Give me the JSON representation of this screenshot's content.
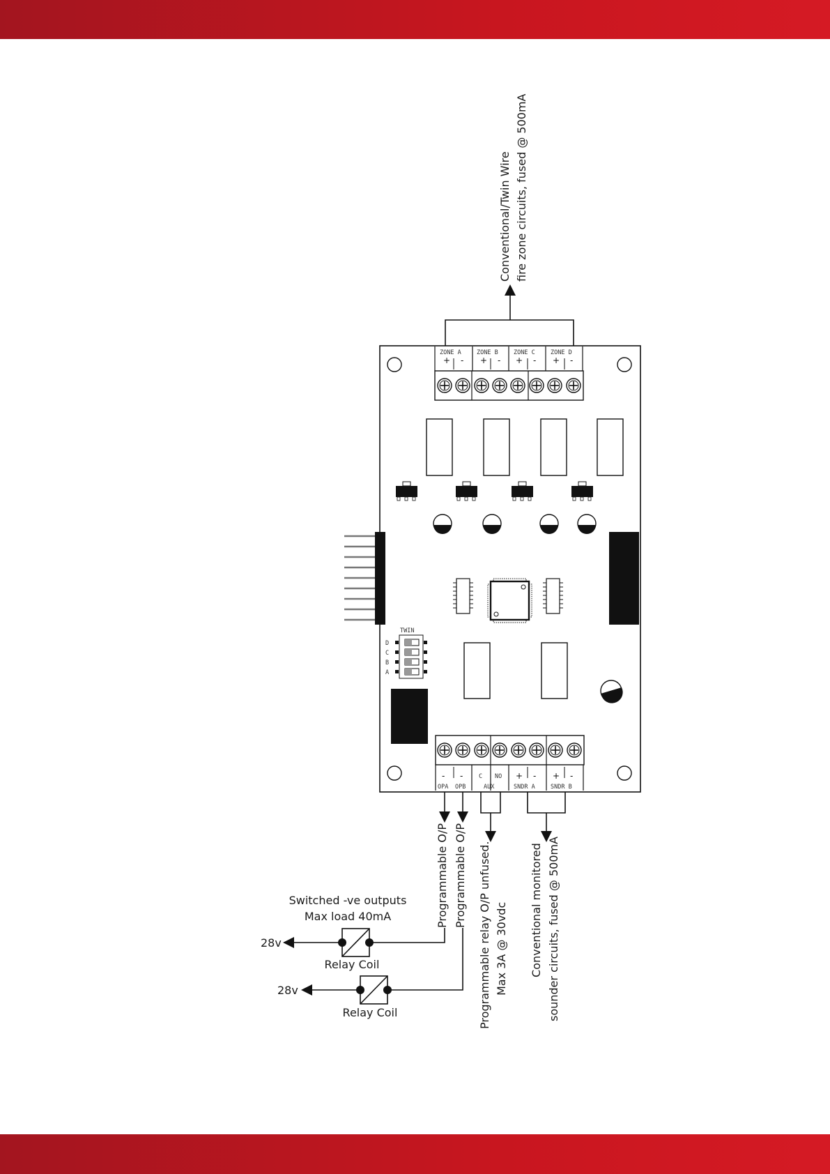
{
  "header": {
    "accent_color": "#c8161f"
  },
  "footer": {
    "accent_color": "#c8161f"
  },
  "diagram": {
    "zone_terminals": [
      "ZONE A",
      "ZONE B",
      "ZONE C",
      "ZONE D"
    ],
    "zone_polarity": [
      "+",
      "-"
    ],
    "zone_output_label_line1": "Conventional/Twin Wire",
    "zone_output_label_line2": "fire zone circuits, fused @ 500mA",
    "dip_switch_title": "TWIN",
    "dip_switch_letters": [
      "D",
      "C",
      "B",
      "A"
    ],
    "bottom_terminals": [
      "OPA",
      "OPB",
      "AUX",
      "SNDR A",
      "SNDR B"
    ],
    "bottom_pin_labels": [
      "-",
      "-",
      "C",
      "NO",
      "+",
      "-",
      "+",
      "-"
    ],
    "prog_op_a_label": "Programmable O/P",
    "prog_op_b_label": "Programmable O/P",
    "relay_label_line1": "Programmable relay O/P unfused.",
    "relay_label_line2": "Max 3A @ 30vdc",
    "sounder_label_line1": "Conventional monitored",
    "sounder_label_line2": "sounder circuits, fused @ 500mA",
    "switched_outputs_line1": "Switched -ve outputs",
    "switched_outputs_line2": "Max load 40mA",
    "relay_coil_label_1": "Relay Coil",
    "relay_coil_label_2": "Relay Coil",
    "supply_label_1": "28v",
    "supply_label_2": "28v"
  }
}
